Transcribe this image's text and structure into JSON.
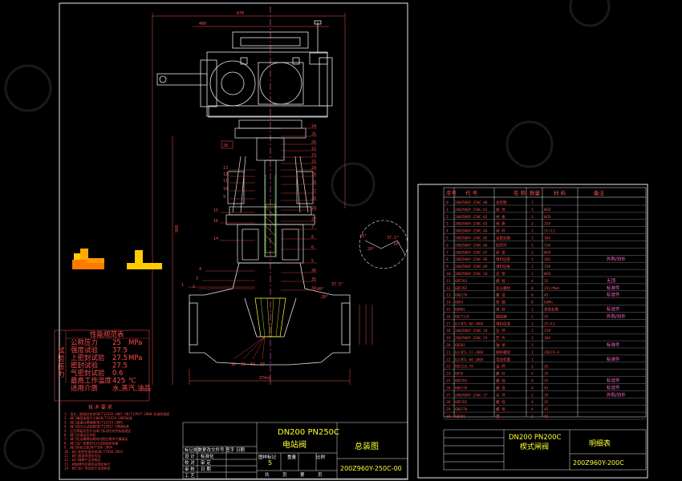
{
  "title_block": {
    "model": "DN200 PN250C",
    "name": "电站阀",
    "drawing_type": "总装图",
    "drawing_no": "200Z960Y-250C-00",
    "scale_value": "5",
    "rows": [
      "标记处数更改文件号 签字 日期",
      "设 计",
      "校 对",
      "审 核",
      "工 艺"
    ],
    "cols": [
      "标准化",
      "审 定",
      "日 期"
    ],
    "right_labels": [
      "图样标记",
      "重量",
      "比例"
    ],
    "footer": [
      "共",
      "页",
      "第",
      "页"
    ]
  },
  "parts_title_block": {
    "model": "DN200 PN200C",
    "name": "楔式闸阀",
    "drawing_type": "明细表",
    "drawing_no": "200Z960Y-200C"
  },
  "spec_table": {
    "header": "性能规范表",
    "side_label": "试验压力",
    "rows": [
      {
        "label": "公称压力",
        "value": "25",
        "unit": "MPa"
      },
      {
        "label": "强度试验",
        "value": "37.5",
        "unit": ""
      },
      {
        "label": "上密封试验",
        "value": "27.5",
        "unit": "MPa"
      },
      {
        "label": "密封试验",
        "value": "27.5",
        "unit": ""
      },
      {
        "label": "气密封试验",
        "value": "0.6",
        "unit": ""
      },
      {
        "label": "最高工作温度",
        "value": "425",
        "unit": "℃"
      },
      {
        "label": "适用介质",
        "value": "水,蒸汽,油品",
        "unit": ""
      }
    ]
  },
  "tech_notes": {
    "header": "技 术 要 求",
    "lines": [
      "1. 设计、制造应符合GB/T12234-2007 GB/T13927-2008 标准的规定",
      "2. 阀门端面连接尺寸按GB/T12224-2005标准",
      "3. 阀门连接对焊端按GB/T12224-2005",
      "4. 阀门的压力试验按GB/T13927-2008标准",
      "5. 压力等级及型号为阀门标识应符合标准规定",
      "6. 阀门应清洁无杂质",
      "7. 阀门在运输储存期间内腔应保持干燥清洁",
      "8. 阀门出厂前需作压力试验检验合格",
      "9. 阀门的标志按JB/T106-2004",
      "10. 阀门的供货要求按JB/T7928-2014",
      "11. 阀门表面涂漆应均匀",
      "12. 阀门随带产品合格证",
      "13. 阀体铸件应按有关规定执行",
      "14. 阀门出厂时应处于关闭状态"
    ]
  },
  "parts_table": {
    "headers": [
      "序号",
      "代 号",
      "名 称",
      "数量",
      "材 料",
      "备注"
    ],
    "rows": [
      {
        "no": "0",
        "code": "200Z960Y-250C-00",
        "name": "总装图",
        "qty": "1",
        "mat": "",
        "note": ""
      },
      {
        "no": "1",
        "code": "200Z960Y-250C-01",
        "name": "阀 体",
        "qty": "1",
        "mat": "WCB",
        "note": ""
      },
      {
        "no": "2",
        "code": "200Z960Y-250C-02",
        "name": "闸 板",
        "qty": "1",
        "mat": "WCB",
        "note": ""
      },
      {
        "no": "3",
        "code": "200Z960Y-250C-03",
        "name": "阀 座",
        "qty": "2",
        "mat": "25#",
        "note": ""
      },
      {
        "no": "4",
        "code": "200Z960Y-250C-04",
        "name": "阀 杆",
        "qty": "1",
        "mat": "2Cr13",
        "note": ""
      },
      {
        "no": "5",
        "code": "200Z960Y-250C-05",
        "name": "自密封圈",
        "qty": "1",
        "mat": "304",
        "note": ""
      },
      {
        "no": "6",
        "code": "200Z960Y-250C-06",
        "name": "四开环",
        "qty": "1",
        "mat": "25#",
        "note": ""
      },
      {
        "no": "7",
        "code": "200Z960Y-250C-07",
        "name": "阀 盖",
        "qty": "1",
        "mat": "WCB",
        "note": ""
      },
      {
        "no": "8",
        "code": "200Z960Y-250C-08",
        "name": "填料压套",
        "qty": "1",
        "mat": "304",
        "note": "外购/协外"
      },
      {
        "no": "9",
        "code": "200Z960Y-250C-09",
        "name": "填料压板",
        "qty": "1",
        "mat": "25#",
        "note": ""
      },
      {
        "no": "10",
        "code": "200Z960Y-250C-10",
        "name": "支 架",
        "qty": "1",
        "mat": "WCB",
        "note": ""
      },
      {
        "no": "11",
        "code": "GB5783",
        "name": "螺 栓",
        "qty": "4",
        "mat": "35",
        "note": "无顶"
      },
      {
        "no": "12",
        "code": "GB5782",
        "name": "双头螺柱",
        "qty": "8",
        "mat": "35CrMoA",
        "note": "标准件"
      },
      {
        "no": "13",
        "code": "GB6170",
        "name": "螺 母",
        "qty": "8",
        "mat": "45",
        "note": "标准件"
      },
      {
        "no": "14",
        "code": "GB93",
        "name": "垫 圈",
        "qty": "8",
        "mat": "65Mn",
        "note": ""
      },
      {
        "no": "15",
        "code": "GB901",
        "name": "填 料",
        "qty": "1",
        "mat": "柔性石墨",
        "note": "标准件"
      },
      {
        "no": "16",
        "code": "GB/T119",
        "name": "圆柱销",
        "qty": "2",
        "mat": "35",
        "note": "外购/协外"
      },
      {
        "no": "17",
        "code": "QJ/BTL-08-2004",
        "name": "填料压盖",
        "qty": "1",
        "mat": "2Cr13",
        "note": ""
      },
      {
        "no": "18",
        "code": "200Z960Y-250C-18",
        "name": "压 环",
        "qty": "1",
        "mat": "25#",
        "note": ""
      },
      {
        "no": "19",
        "code": "200Z960Y-250C-19",
        "name": "垫 片",
        "qty": "1",
        "mat": "304",
        "note": ""
      },
      {
        "no": "20",
        "code": "GB301",
        "name": "轴 承",
        "qty": "1",
        "mat": "",
        "note": "标准件"
      },
      {
        "no": "21",
        "code": "QJ/BTL-17-2004",
        "name": "阀杆螺母",
        "qty": "1",
        "mat": "ZQAl9-4",
        "note": ""
      },
      {
        "no": "22",
        "code": "QJ/BTL-04-2004",
        "name": "电动装置",
        "qty": "1",
        "mat": "",
        "note": "标准件"
      },
      {
        "no": "23",
        "code": "GB1152-79",
        "name": "油 杯",
        "qty": "1",
        "mat": "35",
        "note": ""
      },
      {
        "no": "24",
        "code": "GB70",
        "name": "螺 钉",
        "qty": "4",
        "mat": "35",
        "note": ""
      },
      {
        "no": "25",
        "code": "GB5783",
        "name": "螺 栓",
        "qty": "4",
        "mat": "35",
        "note": "标准件"
      },
      {
        "no": "26",
        "code": "GB6170",
        "name": "螺 母",
        "qty": "4",
        "mat": "45",
        "note": "标准件"
      },
      {
        "no": "27",
        "code": "200Z960Y-250C-27",
        "name": "吊 环",
        "qty": "2",
        "mat": "35",
        "note": "外购/协外"
      },
      {
        "no": "28",
        "code": "GB5782",
        "name": "螺 栓",
        "qty": "4",
        "mat": "35",
        "note": ""
      },
      {
        "no": "29",
        "code": "GB6170",
        "name": "螺 母",
        "qty": "4",
        "mat": "45",
        "note": ""
      },
      {
        "no": "30",
        "code": "GB901",
        "name": "键",
        "qty": "1",
        "mat": "45",
        "note": ""
      }
    ]
  },
  "callouts_right": [
    "24",
    "25",
    "26",
    "22",
    "23",
    "21",
    "20",
    "19",
    "18",
    "17",
    "28",
    "29",
    "27",
    "7",
    "8",
    "6",
    "5",
    "36",
    "35",
    "34"
  ],
  "callouts_left": [
    "13",
    "12",
    "11",
    "10",
    "9",
    "15",
    "16",
    "14",
    "4",
    "3",
    "2",
    "1"
  ],
  "callouts_bottom": [
    "30",
    "31",
    "32",
    "33"
  ],
  "angle_labels": [
    "45°",
    "37.5°",
    "10°",
    "20°"
  ],
  "dim_labels": [
    "374x8",
    "870",
    "960"
  ]
}
